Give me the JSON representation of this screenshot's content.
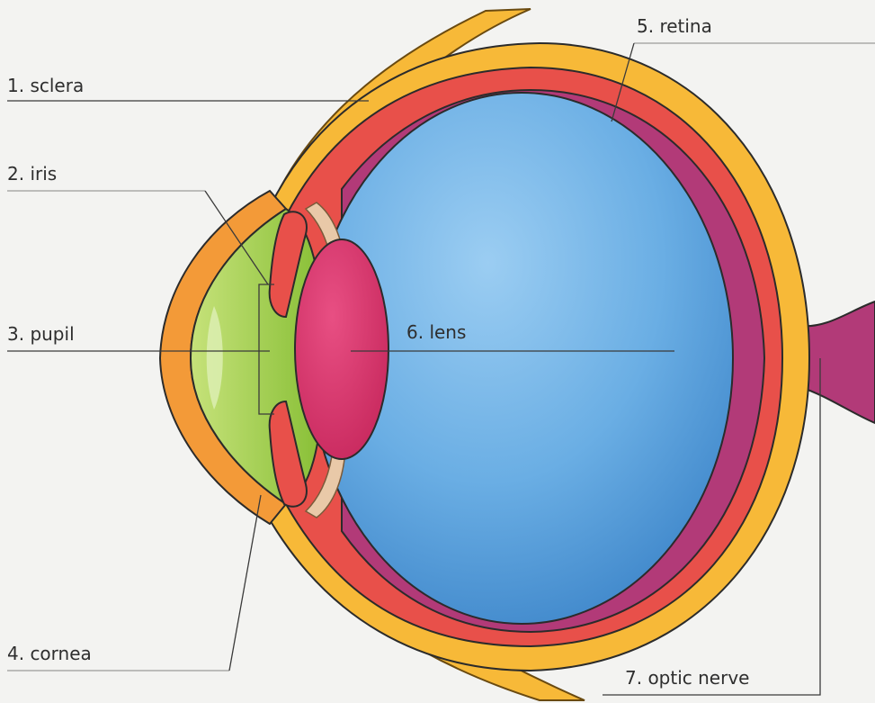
{
  "labels": {
    "sclera": "1. sclera",
    "iris": "2. iris",
    "pupil": "3. pupil",
    "cornea": "4. cornea",
    "retina": "5. retina",
    "lens": "6. lens",
    "optic_nerve": "7. optic nerve"
  },
  "colors": {
    "background": "#f3f3f1",
    "sclera": "#f7b938",
    "cornea": "#f39a38",
    "choroid": "#e8504a",
    "retina": "#b23a78",
    "aqueous_humor": "#8fc43a",
    "lens": "#d9336b",
    "vitreous": "#4c97d6",
    "vitreous_highlight": "#8cc4ef",
    "ciliary": "#e9c9a8"
  }
}
